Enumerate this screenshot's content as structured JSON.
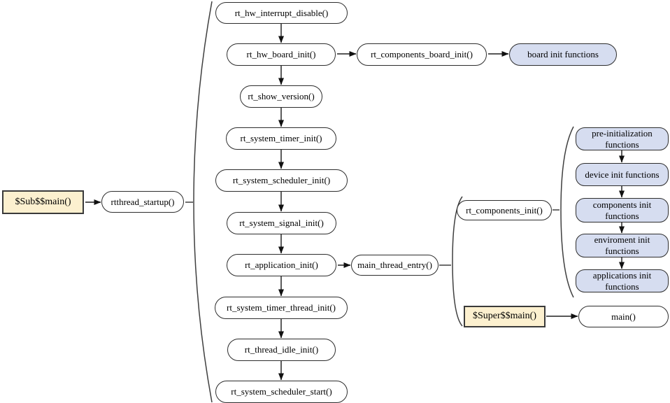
{
  "colors": {
    "node_fill": "#ffffff",
    "group_fill": "#d6ddf0",
    "entry_fill": "#fcf0cf",
    "stroke": "#2d2d2d",
    "arrow": "#3f3f3f"
  },
  "nodes": {
    "sub_main": "$Sub$$main()",
    "rtthread_startup": "rtthread_startup()",
    "hw_interrupt_disable": "rt_hw_interrupt_disable()",
    "hw_board_init": "rt_hw_board_init()",
    "components_board_init": "rt_components_board_init()",
    "board_init_functions": "board init functions",
    "show_version": "rt_show_version()",
    "system_timer_init": "rt_system_timer_init()",
    "system_scheduler_init": "rt_system_scheduler_init()",
    "system_signal_init": "rt_system_signal_init()",
    "application_init": "rt_application_init()",
    "main_thread_entry": "main_thread_entry()",
    "system_timer_thread_init": "rt_system_timer_thread_init()",
    "thread_idle_init": "rt_thread_idle_init()",
    "system_scheduler_start": "rt_system_scheduler_start()",
    "components_init": "rt_components_init()",
    "pre_init_functions": "pre-initialization functions",
    "device_init_functions": "device init functions",
    "components_init_functions": "components init functions",
    "environment_init_functions": "enviroment init functions",
    "applications_init_functions": "applications init functions",
    "super_main": "$Super$$main()",
    "main": "main()"
  }
}
